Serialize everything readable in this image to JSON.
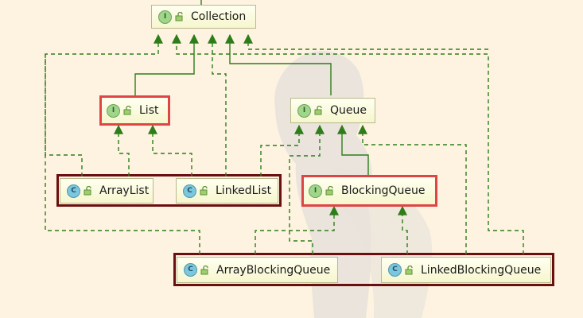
{
  "colors": {
    "background": "#fdf3e0",
    "implements_line": "#2e7d1b",
    "extends_line": "#2e7d1b",
    "highlight_border": "#e04545",
    "group_border": "#6b0e10",
    "interface_badge": "#9fd68a",
    "class_badge": "#7cc7dd"
  },
  "nodes": {
    "collection": {
      "label": "Collection",
      "kind_letter": "I",
      "kind": "interface"
    },
    "list": {
      "label": "List",
      "kind_letter": "I",
      "kind": "interface"
    },
    "queue": {
      "label": "Queue",
      "kind_letter": "I",
      "kind": "interface"
    },
    "arraylist": {
      "label": "ArrayList",
      "kind_letter": "C",
      "kind": "class"
    },
    "linkedlist": {
      "label": "LinkedList",
      "kind_letter": "C",
      "kind": "class"
    },
    "blockingqueue": {
      "label": "BlockingQueue",
      "kind_letter": "I",
      "kind": "interface"
    },
    "arrayblockingqueue": {
      "label": "ArrayBlockingQueue",
      "kind_letter": "C",
      "kind": "class"
    },
    "linkedblockingqueue": {
      "label": "LinkedBlockingQueue",
      "kind_letter": "C",
      "kind": "class"
    }
  },
  "icons": {
    "interface": "interface-badge-icon",
    "class": "class-badge-icon",
    "access": "public-lock-icon"
  },
  "edges": [
    {
      "from": "List",
      "to": "Collection",
      "style": "solid"
    },
    {
      "from": "Queue",
      "to": "Collection",
      "style": "solid"
    },
    {
      "from": "BlockingQueue",
      "to": "Queue",
      "style": "solid"
    },
    {
      "from": "ArrayList",
      "to": "List",
      "style": "dashed"
    },
    {
      "from": "LinkedList",
      "to": "List",
      "style": "dashed"
    },
    {
      "from": "LinkedList",
      "to": "Queue",
      "style": "dashed"
    },
    {
      "from": "LinkedList",
      "to": "Collection",
      "style": "dashed"
    },
    {
      "from": "ArrayList",
      "to": "Collection",
      "style": "dashed"
    },
    {
      "from": "ArrayBlockingQueue",
      "to": "BlockingQueue",
      "style": "dashed"
    },
    {
      "from": "LinkedBlockingQueue",
      "to": "BlockingQueue",
      "style": "dashed"
    },
    {
      "from": "ArrayBlockingQueue",
      "to": "Queue",
      "style": "dashed"
    },
    {
      "from": "LinkedBlockingQueue",
      "to": "Queue",
      "style": "dashed"
    },
    {
      "from": "ArrayBlockingQueue",
      "to": "Collection",
      "style": "dashed"
    },
    {
      "from": "LinkedBlockingQueue",
      "to": "Collection",
      "style": "dashed"
    }
  ]
}
